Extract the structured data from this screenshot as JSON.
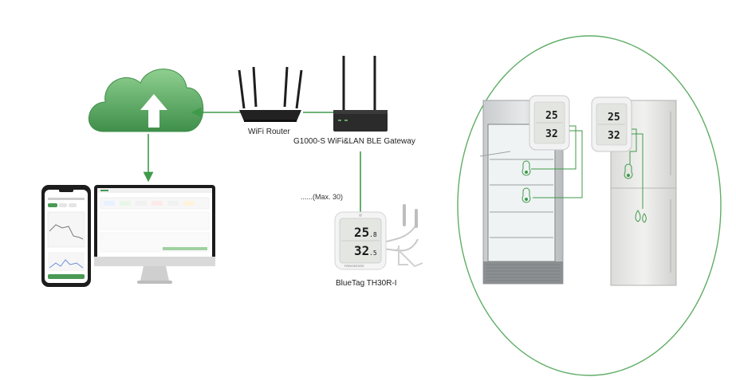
{
  "labels": {
    "router": "WiFi Router",
    "gateway": "G1000-S WiFi&LAN BLE Gateway",
    "max": "......(Max. 30)",
    "sensor": "BlueTag TH30R-I"
  },
  "sensor_display": {
    "temp_main": "25",
    "temp_dec": ".8",
    "hum_main": "32",
    "hum_dec": ".5"
  },
  "brand_text": "FREKSSSTATE",
  "colors": {
    "accent_green": "#3f9a4a",
    "cloud_green": "#4d9b58",
    "circle": "#5fae66",
    "dark_device": "#2b2b2b"
  },
  "icons": [
    "cloud-upload-icon",
    "thermometer-icon",
    "humidity-icon"
  ]
}
